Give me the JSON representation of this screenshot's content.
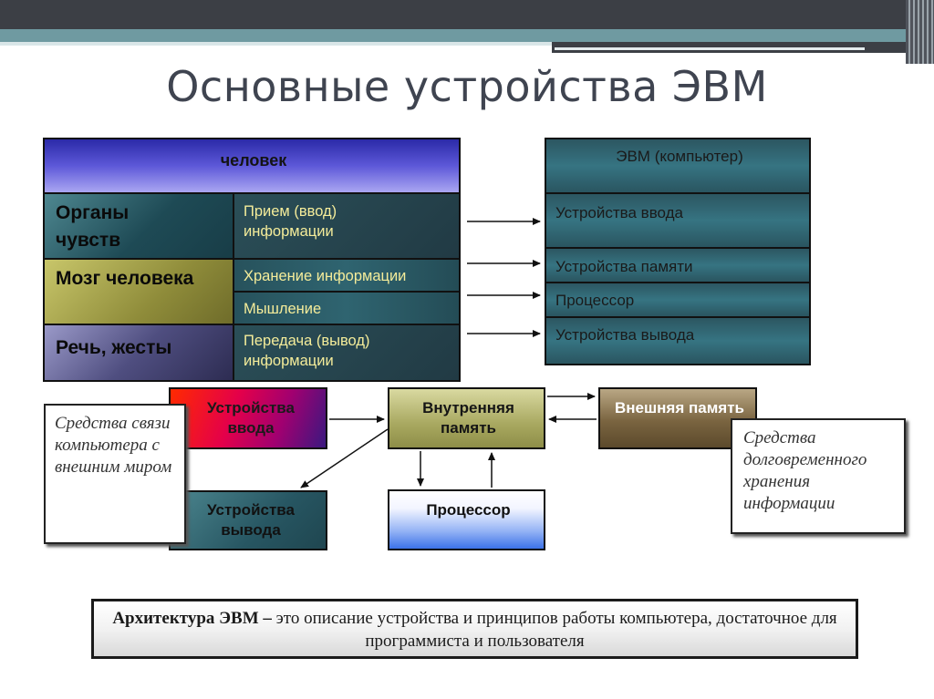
{
  "title": "Основные устройства ЭВМ",
  "human": {
    "header": "человек",
    "rows": [
      {
        "left": "Органы чувств",
        "right": "Прием (ввод) информации"
      },
      {
        "left": "Мозг человека",
        "right": "Хранение информации"
      },
      {
        "left": "",
        "right": "Мышление"
      },
      {
        "left": "Речь, жесты",
        "right": "Передача (вывод) информации"
      }
    ]
  },
  "computer": {
    "header": "ЭВМ (компьютер)",
    "rows": [
      "Устройства ввода",
      "Устройства памяти",
      "Процессор",
      "Устройства вывода"
    ]
  },
  "blocks": {
    "input": "Устройства ввода",
    "output": "Устройства вывода",
    "internal_memory": "Внутренняя память",
    "external_memory": "Внешняя память",
    "processor": "Процессор"
  },
  "notes": {
    "left": "Средства связи компьютера с внешним миром",
    "right": "Средства долговременного хранения информации"
  },
  "footer": {
    "term": "Архитектура ЭВМ –",
    "text": " это описание устройства и принципов работы компьютера, достаточное для программиста и пользователя"
  }
}
